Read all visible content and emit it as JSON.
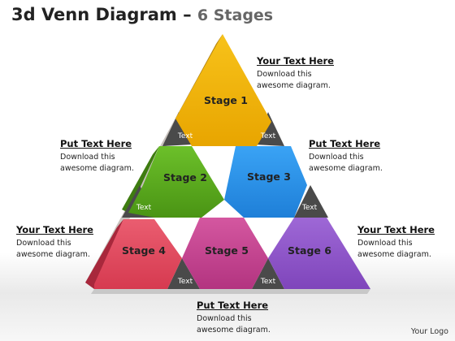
{
  "title": {
    "main": "3d Venn Diagram –",
    "sub": "6 Stages"
  },
  "stages": [
    {
      "label": "Stage 1",
      "color": "#f4b400"
    },
    {
      "label": "Stage 2",
      "color": "#5aa91e"
    },
    {
      "label": "Stage 3",
      "color": "#2b8fe8"
    },
    {
      "label": "Stage 4",
      "color": "#e04a5e"
    },
    {
      "label": "Stage 5",
      "color": "#c7418f"
    },
    {
      "label": "Stage 6",
      "color": "#9056c9"
    }
  ],
  "text_marks": [
    "Text",
    "Text",
    "Text",
    "Text",
    "Text",
    "Text"
  ],
  "callouts": [
    {
      "heading": "Your Text Here",
      "body": "Download this awesome diagram."
    },
    {
      "heading": "Put Text Here",
      "body": "Download this awesome diagram."
    },
    {
      "heading": "Put Text Here",
      "body": "Download this awesome diagram."
    },
    {
      "heading": "Your Text Here",
      "body": "Download this awesome diagram."
    },
    {
      "heading": "Your Text Here",
      "body": "Download this awesome diagram."
    },
    {
      "heading": "Put Text Here",
      "body": "Download this awesome diagram."
    }
  ],
  "logo": "Your Logo"
}
